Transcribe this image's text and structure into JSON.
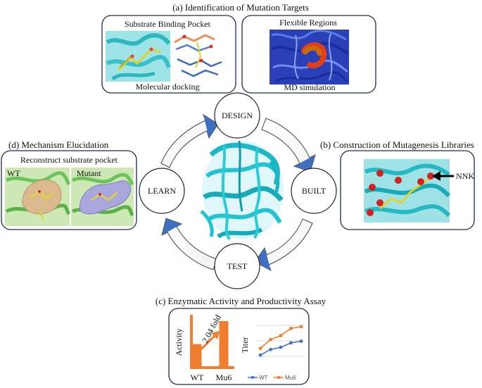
{
  "panel_a": {
    "title": "(a) Identification of Mutation Targets",
    "left_box": {
      "heading": "Substrate Binding Pocket",
      "caption": "Molecular docking"
    },
    "right_box": {
      "heading": "Flexible Regions",
      "caption": "MD simulation"
    }
  },
  "panel_b": {
    "title": "(b) Construction of Mutagenesis Libraries",
    "label": "NNK"
  },
  "panel_c": {
    "title": "(c) Enzymatic Activity and Productivity Assay",
    "bar_chart": {
      "ylabel": "Activity",
      "annotation": "2.04 fold",
      "categories": [
        "WT",
        "Mu6"
      ]
    },
    "line_chart": {
      "ylabel": "Titer",
      "legend": [
        "WT",
        "Mu6"
      ]
    }
  },
  "panel_d": {
    "title": "(d) Mechanism Elucidation",
    "heading": "Reconstruct substrate pocket",
    "labels": [
      "WT",
      "Mutant"
    ]
  },
  "cycle": {
    "nodes": [
      "DESIGN",
      "BUILT",
      "TEST",
      "LEARN"
    ]
  },
  "colors": {
    "box_border": "#1f2a55",
    "cycle_arrow_fill": "#3f6fbf",
    "protein_cyan": "#22c3cc",
    "orange": "#ee7d2f",
    "blue_line": "#4472c4"
  },
  "chart_data": [
    {
      "type": "bar",
      "categories": [
        "WT",
        "Mu6"
      ],
      "values": [
        1,
        2.04
      ],
      "ylabel": "Activity",
      "annotations": [
        "2.04 fold"
      ]
    },
    {
      "type": "line",
      "ylabel": "Titer",
      "x": [
        1,
        2,
        3,
        4,
        5
      ],
      "series": [
        {
          "name": "WT",
          "values": [
            2.0,
            3.0,
            3.4,
            4.2,
            4.5
          ]
        },
        {
          "name": "Mu6",
          "values": [
            3.2,
            4.8,
            5.5,
            6.8,
            7.1
          ]
        }
      ]
    }
  ]
}
